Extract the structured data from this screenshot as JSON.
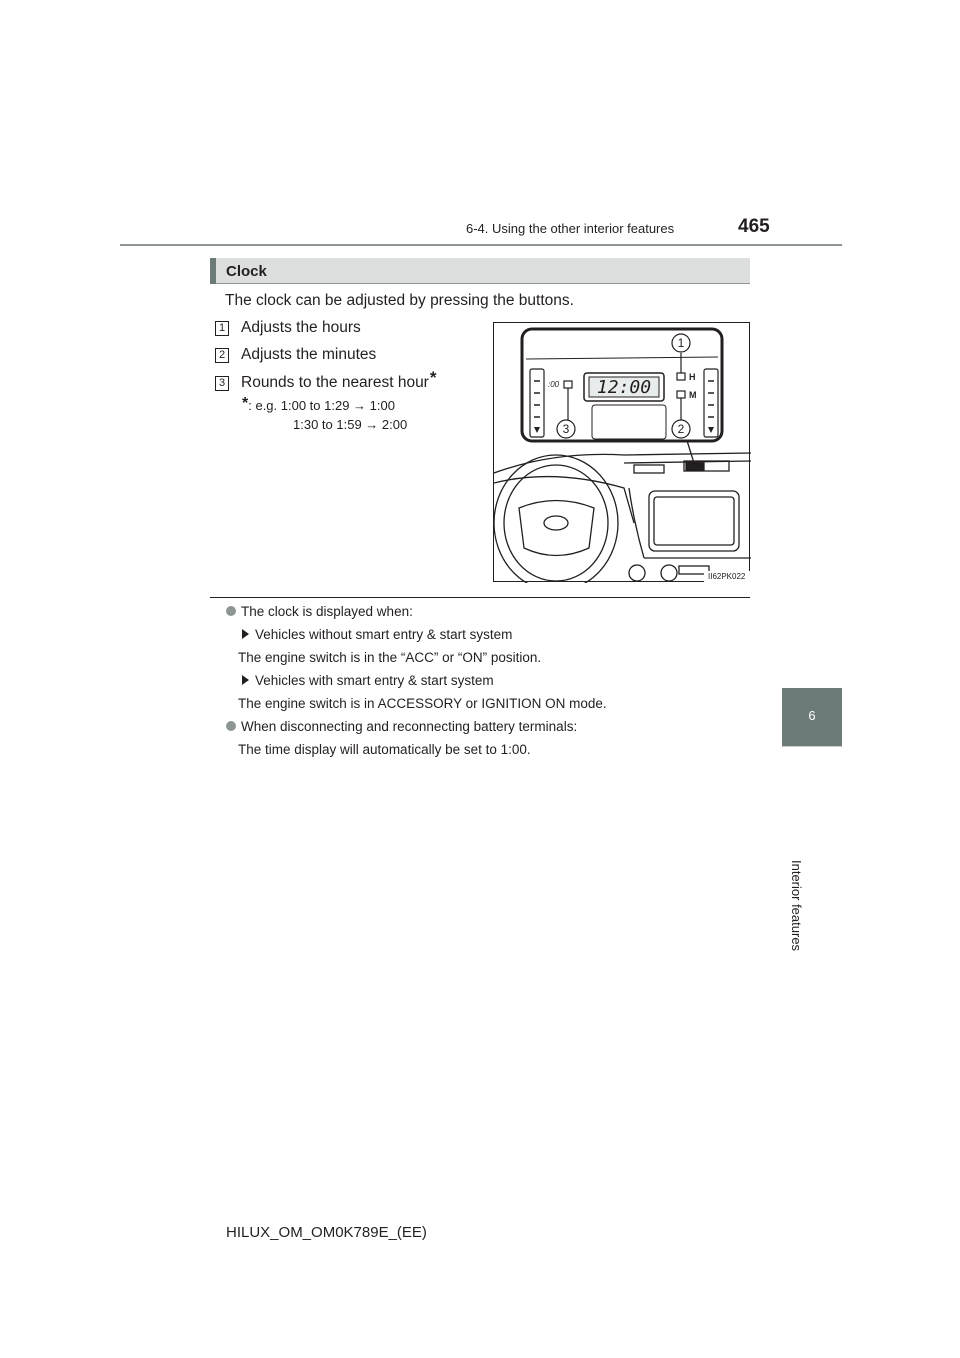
{
  "header": {
    "section_title": "6-4. Using the other interior features",
    "page_number": "465"
  },
  "sidebar": {
    "chapter_number": "6",
    "chapter_label": "Interior features"
  },
  "section": {
    "title": "Clock",
    "intro": "The clock can be adjusted by pressing the buttons."
  },
  "legend": [
    {
      "num": "1",
      "text": "Adjusts the hours"
    },
    {
      "num": "2",
      "text": "Adjusts the minutes"
    },
    {
      "num": "3",
      "text": "Rounds to the nearest hour"
    }
  ],
  "footnote": {
    "marker": "*",
    "line1": ": e.g.  1:00 to 1:29 → 1:00",
    "line2": "1:30 to 1:59 → 2:00"
  },
  "illustration": {
    "display_time": "12:00",
    "button_h": "H",
    "button_m": "M",
    "button_round": ":00",
    "callouts": [
      "1",
      "2",
      "3"
    ],
    "code": "II62PK022"
  },
  "notes": [
    {
      "type": "bullet",
      "text": "The clock is displayed when:"
    },
    {
      "type": "arrow",
      "text": "Vehicles without smart entry & start system"
    },
    {
      "type": "plain",
      "text": "The engine switch is in the “ACC” or “ON” position."
    },
    {
      "type": "arrow",
      "text": "Vehicles with smart entry & start system"
    },
    {
      "type": "plain",
      "text": "The engine switch is in ACCESSORY or IGNITION ON mode."
    },
    {
      "type": "bullet",
      "text": "When disconnecting and reconnecting battery terminals:"
    },
    {
      "type": "plain",
      "text": "The time display will automatically be set to 1:00."
    }
  ],
  "footer": {
    "doc_code": "HILUX_OM_OM0K789E_(EE)"
  }
}
